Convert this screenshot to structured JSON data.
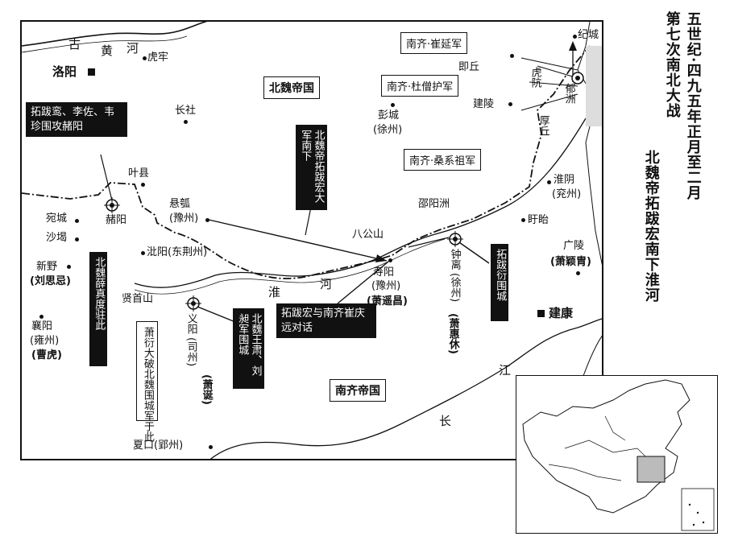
{
  "title": {
    "col1": "五世纪·四九五年正月至二月",
    "col2": "第七次南北大战",
    "col3": "北魏帝拓跋宏南下淮河"
  },
  "regions": {
    "north": "北魏帝国",
    "south": "南齐帝国"
  },
  "rivers": {
    "huanghe_1": "古",
    "huanghe_2": "黄",
    "huanghe_3": "河",
    "huaihe_1": "淮",
    "huaihe_2": "河",
    "changjiang_1": "江",
    "changjiang_2": "长"
  },
  "places": {
    "luoyang": "洛阳",
    "hulao": "虎牢",
    "changshe": "长社",
    "yexian": "叶县",
    "heyang": "赭阳",
    "wancheng": "宛城",
    "shaji": "沙堨",
    "xinye": "新野",
    "xinye_note": "(刘思忌)",
    "xiangyang": "襄阳",
    "xiangyang_sub": "(雍州)",
    "xiangyang_note": "(曹虎)",
    "xuanhu": "悬瓠",
    "xuanhu_sub": "(豫州)",
    "biyang": "沘阳(东荆州)",
    "xianshoushan": "贤首山",
    "yiyang": "义阳",
    "yiyang_sub": "(司州)",
    "yiyang_note": "(萧诞)",
    "xiakou": "夏口(郢州)",
    "pengcheng": "彭城",
    "pengcheng_sub": "(徐州)",
    "baigongshan": "八公山",
    "shouyang": "寿阳",
    "shouyang_sub": "(豫州)",
    "shouyang_note": "(萧遥昌)",
    "shaoyangzhou": "邵阳洲",
    "zhongli": "钟离",
    "zhongli_sub": "(徐州)",
    "zhongli_note": "(萧惠休)",
    "huaiyin": "淮阴",
    "huaiyin_sub": "(兖州)",
    "xuyi": "盱眙",
    "guangling": "广陵",
    "guangling_note": "(萧颖胄)",
    "jiankang": "建康",
    "jiqiu": "即丘",
    "jicheng": "纪城",
    "jianling": "建陵",
    "huling": "虎阬",
    "yuzhou": "郁洲",
    "houqiu": "厚丘"
  },
  "white_boxes": {
    "cui": "南齐·崔延军",
    "du": "南齐·杜僧护军",
    "sang": "南齐·桑系祖军",
    "xiao_yan": "萧衍大破北魏围城军于此"
  },
  "black_boxes": {
    "tuoba_attack": "拓跋鸾、李佐、韦珍围攻赭阳",
    "emperor_south": "北魏帝拓跋宏大军南下",
    "xue": "北魏薛真度驻此",
    "wang_su": "北魏王肃、刘昶军围城",
    "dialogue": "拓跋宏与南齐崔庆远对话",
    "yan": "拓跋衍围城"
  },
  "colors": {
    "ink": "#111111",
    "paper": "#ffffff",
    "boundary": "#111111"
  }
}
